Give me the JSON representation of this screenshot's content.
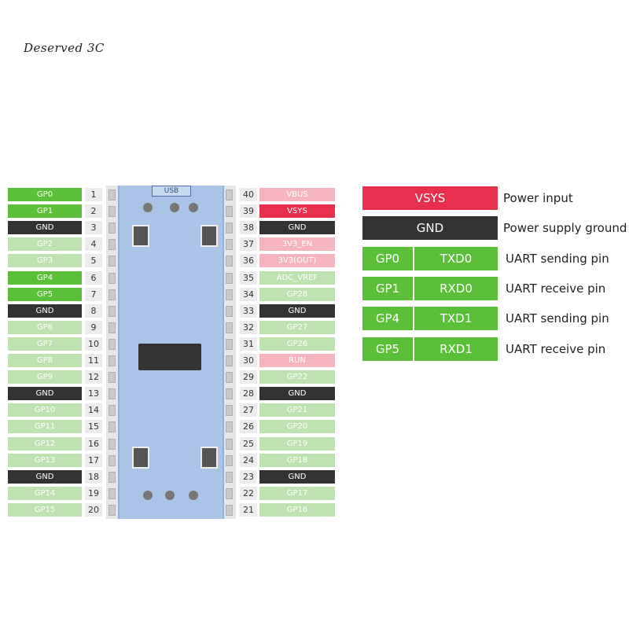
{
  "brand": "Deserved 3C",
  "board": {
    "usb_label": "USB"
  },
  "colors": {
    "gpio": "#5cbf3a",
    "gpio_faded": "#bfe3b0",
    "gnd": "#333333",
    "power": "#e8304e",
    "power_faded": "#f6b3c0"
  },
  "left_pins": [
    {
      "num": "1",
      "label": "GP0",
      "kind": "gpio"
    },
    {
      "num": "2",
      "label": "GP1",
      "kind": "gpio"
    },
    {
      "num": "3",
      "label": "GND",
      "kind": "gnd"
    },
    {
      "num": "4",
      "label": "GP2",
      "kind": "gpio_faded"
    },
    {
      "num": "5",
      "label": "GP3",
      "kind": "gpio_faded"
    },
    {
      "num": "6",
      "label": "GP4",
      "kind": "gpio"
    },
    {
      "num": "7",
      "label": "GP5",
      "kind": "gpio"
    },
    {
      "num": "8",
      "label": "GND",
      "kind": "gnd"
    },
    {
      "num": "9",
      "label": "GP6",
      "kind": "gpio_faded"
    },
    {
      "num": "10",
      "label": "GP7",
      "kind": "gpio_faded"
    },
    {
      "num": "11",
      "label": "GP8",
      "kind": "gpio_faded"
    },
    {
      "num": "12",
      "label": "GP9",
      "kind": "gpio_faded"
    },
    {
      "num": "13",
      "label": "GND",
      "kind": "gnd"
    },
    {
      "num": "14",
      "label": "GP10",
      "kind": "gpio_faded"
    },
    {
      "num": "15",
      "label": "GP11",
      "kind": "gpio_faded"
    },
    {
      "num": "16",
      "label": "GP12",
      "kind": "gpio_faded"
    },
    {
      "num": "17",
      "label": "GP13",
      "kind": "gpio_faded"
    },
    {
      "num": "18",
      "label": "GND",
      "kind": "gnd"
    },
    {
      "num": "19",
      "label": "GP14",
      "kind": "gpio_faded"
    },
    {
      "num": "20",
      "label": "GP15",
      "kind": "gpio_faded"
    }
  ],
  "right_pins": [
    {
      "num": "40",
      "label": "VBUS",
      "kind": "power_faded"
    },
    {
      "num": "39",
      "label": "VSYS",
      "kind": "power"
    },
    {
      "num": "38",
      "label": "GND",
      "kind": "gnd"
    },
    {
      "num": "37",
      "label": "3V3_EN",
      "kind": "power_faded"
    },
    {
      "num": "36",
      "label": "3V3(OUT)",
      "kind": "power_faded"
    },
    {
      "num": "35",
      "label": "ADC_VREF",
      "kind": "gpio_faded"
    },
    {
      "num": "34",
      "label": "GP28",
      "kind": "gpio_faded"
    },
    {
      "num": "33",
      "label": "GND",
      "kind": "gnd"
    },
    {
      "num": "32",
      "label": "GP27",
      "kind": "gpio_faded"
    },
    {
      "num": "31",
      "label": "GP26",
      "kind": "gpio_faded"
    },
    {
      "num": "30",
      "label": "RUN",
      "kind": "power_faded"
    },
    {
      "num": "29",
      "label": "GP22",
      "kind": "gpio_faded"
    },
    {
      "num": "28",
      "label": "GND",
      "kind": "gnd"
    },
    {
      "num": "27",
      "label": "GP21",
      "kind": "gpio_faded"
    },
    {
      "num": "26",
      "label": "GP20",
      "kind": "gpio_faded"
    },
    {
      "num": "25",
      "label": "GP19",
      "kind": "gpio_faded"
    },
    {
      "num": "24",
      "label": "GP18",
      "kind": "gpio_faded"
    },
    {
      "num": "23",
      "label": "GND",
      "kind": "gnd"
    },
    {
      "num": "22",
      "label": "GP17",
      "kind": "gpio_faded"
    },
    {
      "num": "21",
      "label": "GP16",
      "kind": "gpio_faded"
    }
  ],
  "legend": [
    {
      "cells": [
        "VSYS"
      ],
      "kind": "power",
      "desc": "Power input"
    },
    {
      "cells": [
        "GND"
      ],
      "kind": "gnd",
      "desc": "Power supply ground"
    },
    {
      "cells": [
        "GP0",
        "TXD0"
      ],
      "kind": "gpio",
      "desc": "UART sending pin"
    },
    {
      "cells": [
        "GP1",
        "RXD0"
      ],
      "kind": "gpio",
      "desc": "UART receive pin"
    },
    {
      "cells": [
        "GP4",
        "TXD1"
      ],
      "kind": "gpio",
      "desc": "UART sending pin"
    },
    {
      "cells": [
        "GP5",
        "RXD1"
      ],
      "kind": "gpio",
      "desc": "UART receive pin"
    }
  ]
}
